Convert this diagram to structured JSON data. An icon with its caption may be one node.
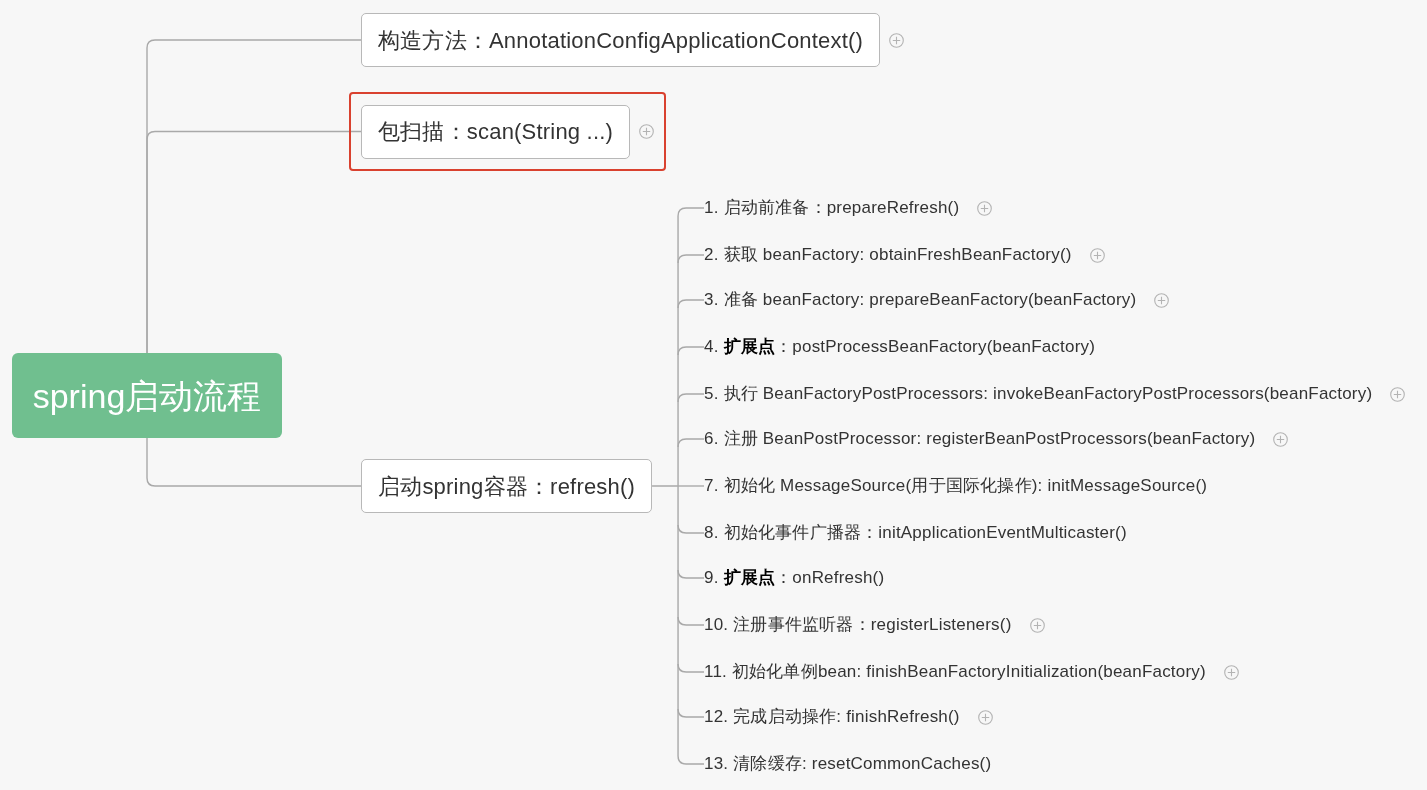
{
  "diagram": {
    "nodes": [
      {
        "text": [
          "spring启动流程"
        ]
      },
      {
        "text": [
          "构造方法：AnnotationConfigApplicationContext()"
        ]
      },
      {
        "text": [],
        "shape": "box"
      },
      {
        "text": [
          "包扫描：scan(String ...)"
        ],
        "in": 2
      },
      {
        "text": [
          "启动spring容器：refresh()"
        ]
      },
      {
        "text": [
          "1. 启动前准备：prepareRefresh()"
        ]
      },
      {
        "text": [
          "2. 获取 beanFactory: obtainFreshBeanFactory()"
        ]
      },
      {
        "text": [
          "3. 准备 beanFactory: prepareBeanFactory(beanFactory)"
        ]
      },
      {
        "text": [
          "4. **扩展点**：postProcessBeanFactory(beanFactory)"
        ]
      },
      {
        "text": [
          "5. 执行 BeanFactoryPostProcessors: invokeBeanFactoryPostProcessors(beanFactory)"
        ]
      },
      {
        "text": [
          "6. 注册 BeanPostProcessor: registerBeanPostProcessors(beanFactory)"
        ]
      },
      {
        "text": [
          "7. 初始化 MessageSource(用于国际化操作): initMessageSource()"
        ]
      },
      {
        "text": [
          "8. 初始化事件广播器：initApplicationEventMulticaster()"
        ]
      },
      {
        "text": [
          "9. **扩展点**：onRefresh()"
        ]
      },
      {
        "text": [
          "10. 注册事件监听器：registerListeners()"
        ]
      },
      {
        "text": [
          "11. 初始化单例bean: finishBeanFactoryInitialization(beanFactory)"
        ]
      },
      {
        "text": [
          "12. 完成启动操作: finishRefresh()"
        ]
      },
      {
        "text": [
          "13. 清除缓存: resetCommonCaches()"
        ]
      }
    ],
    "edges": [
      {
        "from": 0,
        "to": 1,
        "arrow": "none"
      },
      {
        "from": 0,
        "to": 3,
        "arrow": "none"
      },
      {
        "from": 0,
        "to": 4,
        "arrow": "none"
      },
      {
        "from": 4,
        "to": 5,
        "arrow": "none"
      },
      {
        "from": 4,
        "to": 6,
        "arrow": "none"
      },
      {
        "from": 4,
        "to": 7,
        "arrow": "none"
      },
      {
        "from": 4,
        "to": 8,
        "arrow": "none"
      },
      {
        "from": 4,
        "to": 9,
        "arrow": "none"
      },
      {
        "from": 4,
        "to": 10,
        "arrow": "none"
      },
      {
        "from": 4,
        "to": 11,
        "arrow": "none"
      },
      {
        "from": 4,
        "to": 12,
        "arrow": "none"
      },
      {
        "from": 4,
        "to": 13,
        "arrow": "none"
      },
      {
        "from": 4,
        "to": 14,
        "arrow": "none"
      },
      {
        "from": 4,
        "to": 15,
        "arrow": "none"
      },
      {
        "from": 4,
        "to": 16,
        "arrow": "none"
      },
      {
        "from": 4,
        "to": 17,
        "arrow": "none"
      }
    ]
  }
}
